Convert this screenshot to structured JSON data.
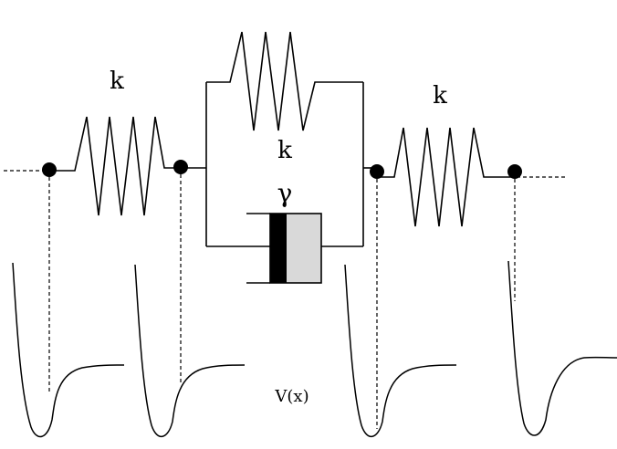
{
  "labels": {
    "spring_left": "k",
    "spring_top": "k",
    "spring_right": "k",
    "damper": "γ",
    "potential": "V(x)"
  },
  "colors": {
    "line": "#000000",
    "damper_dark": "#000000",
    "damper_light": "#d9d9d9"
  }
}
